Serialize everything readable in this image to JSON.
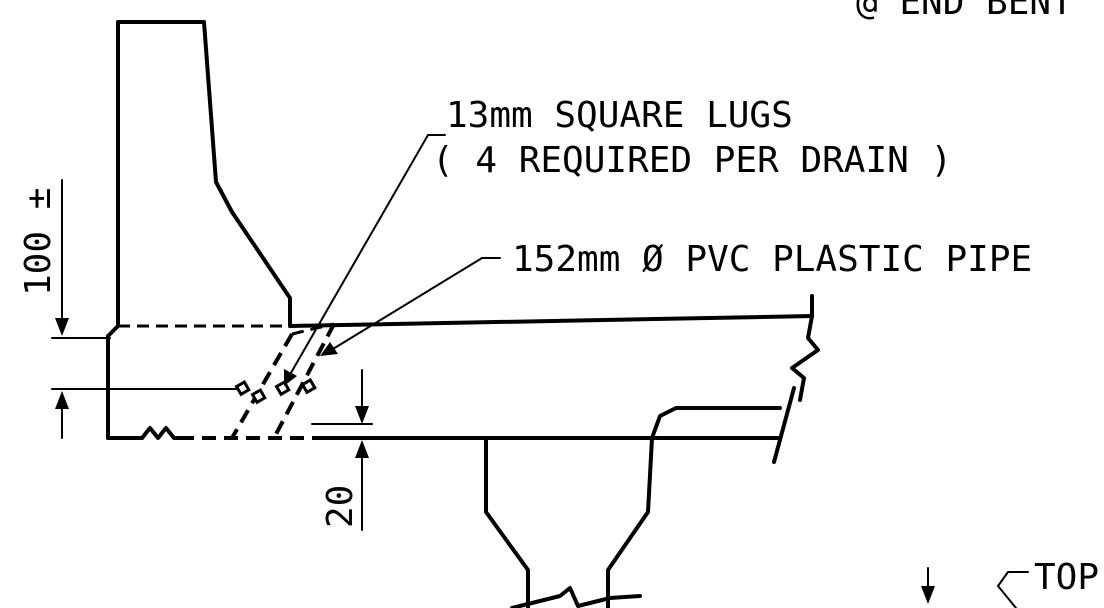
{
  "labels": {
    "end_bent": "@ END BENT",
    "lugs_line1": "13mm SQUARE LUGS",
    "lugs_line2": "( 4 REQUIRED PER DRAIN )",
    "pipe": "152mm Ø PVC PLASTIC PIPE",
    "top": "TOP"
  },
  "dimensions": {
    "rail_height": "100 ±",
    "bottom_offset": "20"
  }
}
